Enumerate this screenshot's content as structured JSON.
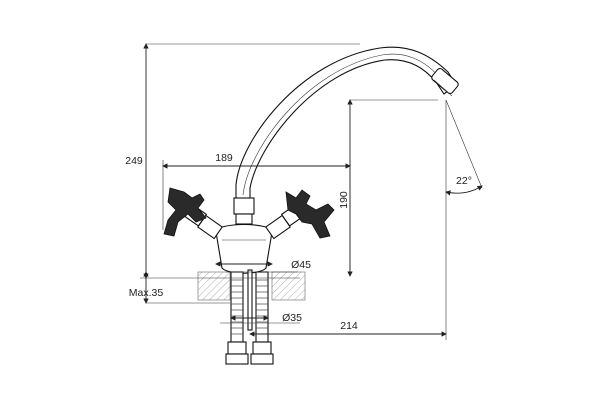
{
  "dimensions": {
    "height_total": "249",
    "handle_span": "189",
    "spout_height": "190",
    "spout_angle": "22°",
    "base_diameter": "Ø45",
    "mount_max": "Max.35",
    "hole_diameter": "Ø35",
    "spout_reach": "214"
  }
}
